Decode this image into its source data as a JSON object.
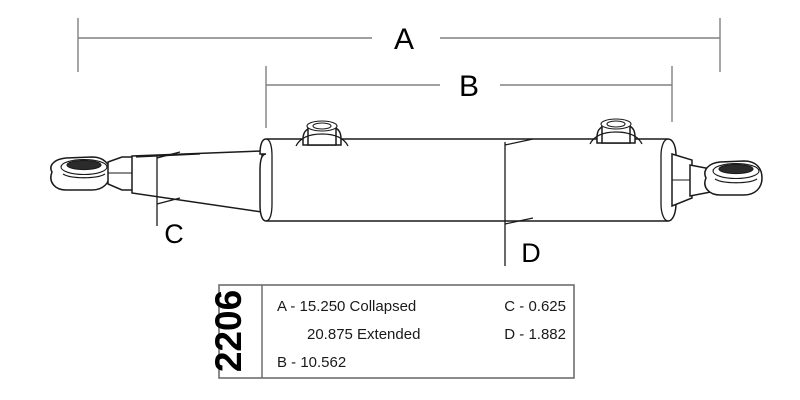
{
  "drawing": {
    "title": "hydraulic-cylinder-dimensioned-drawing",
    "dimensions": {
      "a_label": "A",
      "b_label": "B",
      "c_label": "C",
      "d_label": "D"
    },
    "colors": {
      "line": "#1a1a1a",
      "dimension_line": "#808080",
      "table_border": "#6e6e6e",
      "background": "#ffffff",
      "bore_fill": "#2b2b2b"
    }
  },
  "spec_table": {
    "part_number": "2206",
    "rows": [
      {
        "left": "A - 15.250 Collapsed",
        "right": "C - 0.625"
      },
      {
        "left": "20.875 Extended",
        "right": "D - 1.882"
      },
      {
        "left": "B - 10.562",
        "right": ""
      }
    ]
  }
}
